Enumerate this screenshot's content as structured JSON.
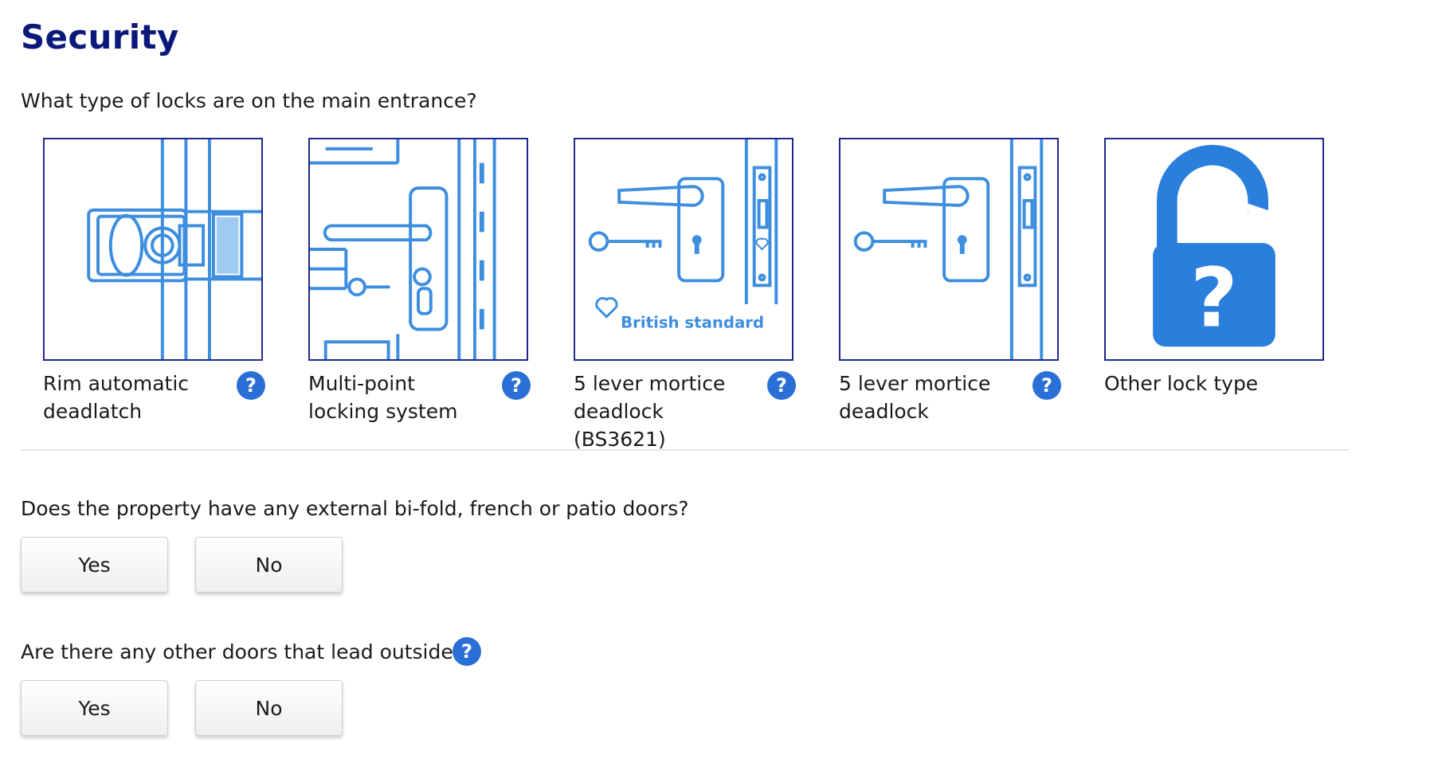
{
  "page": {
    "title": "Security"
  },
  "locks": {
    "question": "What type of locks are on the main entrance?",
    "options": [
      {
        "label": "Rim automatic deadlatch",
        "icon": "rim-deadlatch-icon",
        "help": "?"
      },
      {
        "label": "Multi-point locking system",
        "icon": "multipoint-lock-icon",
        "help": "?"
      },
      {
        "label": "5 lever mortice deadlock (BS3621)",
        "icon": "bs3621-mortice-deadlock-icon",
        "badge": "British standard",
        "help": "?"
      },
      {
        "label": "5 lever mortice deadlock",
        "icon": "mortice-deadlock-icon",
        "help": "?"
      },
      {
        "label": "Other lock type",
        "icon": "padlock-question-icon",
        "glyph": "?"
      }
    ]
  },
  "patio_doors": {
    "question": "Does the property have any external bi-fold, french or patio doors?",
    "yes_label": "Yes",
    "no_label": "No"
  },
  "other_doors": {
    "question": "Are there any other doors that lead outside?",
    "help": "?",
    "yes_label": "Yes",
    "no_label": "No"
  },
  "colors": {
    "title": "#0b1a7a",
    "accent": "#2a6fd6",
    "illustration_stroke": "#3d8ede",
    "frame": "#1d2a8c"
  }
}
